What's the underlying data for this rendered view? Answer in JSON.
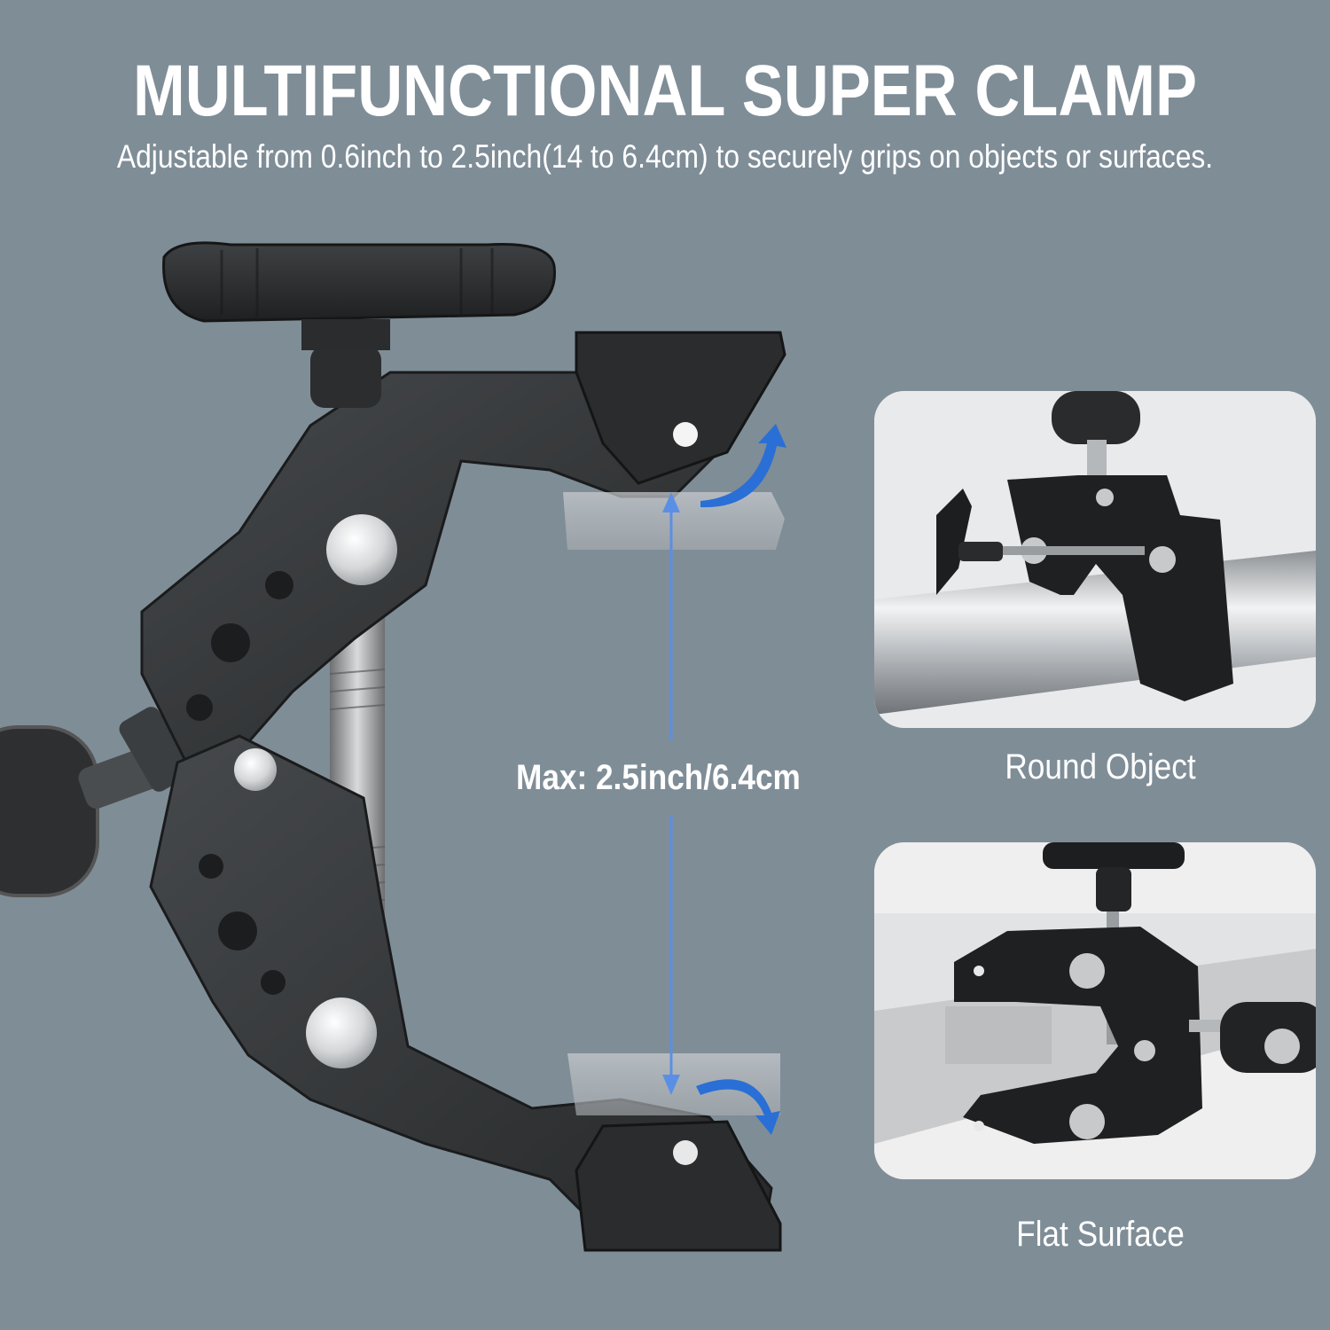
{
  "header": {
    "title": "MULTIFUNCTIONAL SUPER CLAMP",
    "subtitle": "Adjustable from 0.6inch to 2.5inch(14 to 6.4cm) to securely grips on objects or surfaces."
  },
  "main_product": {
    "max_opening_label": "Max: 2.5inch/6.4cm",
    "arrow_color": "#2a6fd6",
    "dimension_line_color": "#5b8fe6"
  },
  "usage_panels": [
    {
      "id": "round",
      "caption": "Round Object"
    },
    {
      "id": "flat",
      "caption": "Flat Surface"
    }
  ],
  "colors": {
    "background": "#7f8d97",
    "text": "#ffffff",
    "clamp_body": "#2f3133",
    "panel_background": "#e6e7e8"
  }
}
